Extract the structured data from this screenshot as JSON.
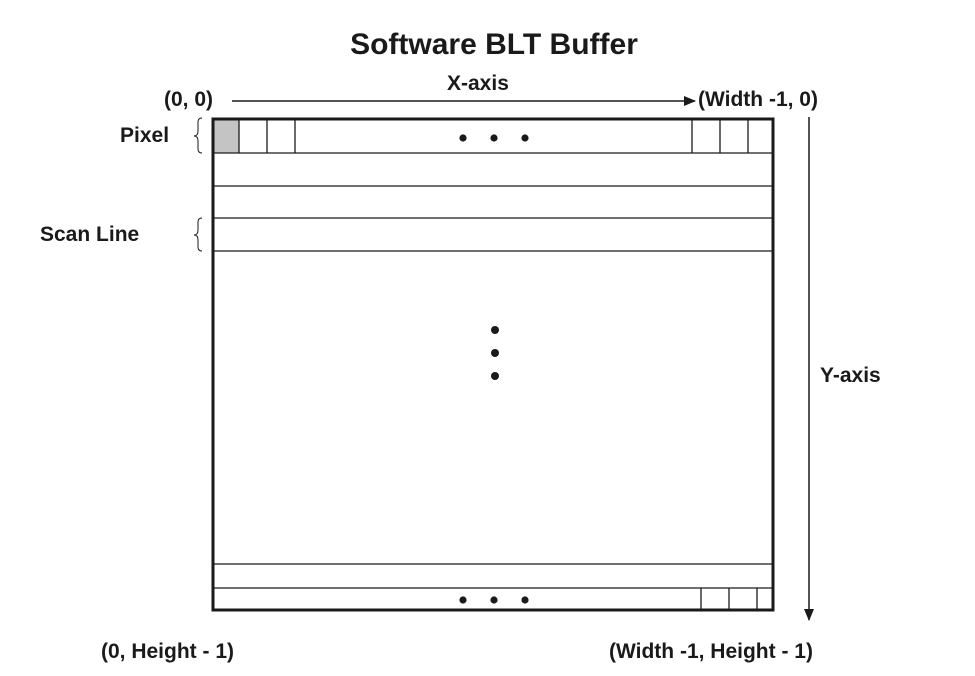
{
  "diagram": {
    "title": "Software BLT Buffer",
    "x_axis_label": "X-axis",
    "y_axis_label": "Y-axis",
    "corner_top_left": "(0, 0)",
    "corner_top_right": "(Width -1, 0)",
    "corner_bottom_left": "(0, Height - 1)",
    "corner_bottom_right": "(Width -1, Height - 1)",
    "pixel_label": "Pixel",
    "scan_line_label": "Scan Line",
    "colors": {
      "line": "#1a1a1a",
      "pixel_fill": "#c4c4c4",
      "background": "#ffffff"
    }
  }
}
